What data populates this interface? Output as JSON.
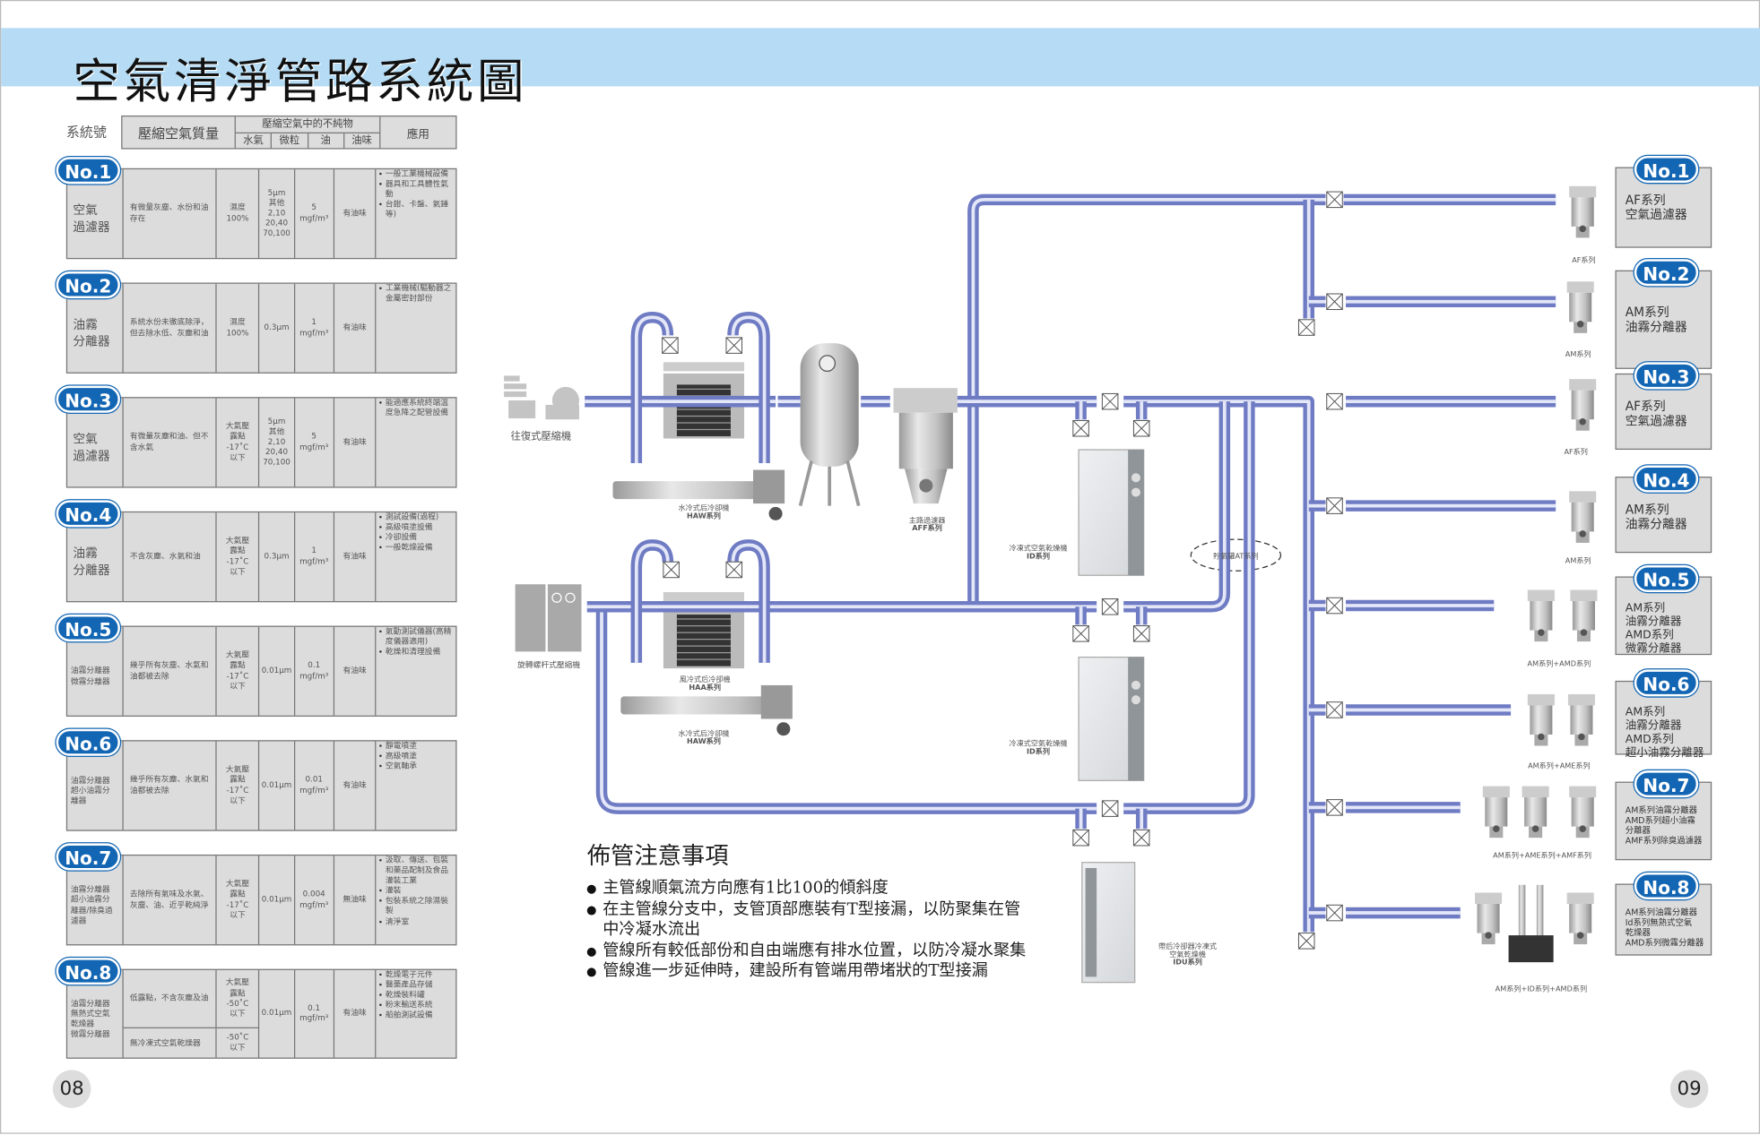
{
  "title": "空氣清淨管路系統圖",
  "page_left": "08",
  "page_right": "09",
  "colors": {
    "banner": "#b5dcf4",
    "badge": "#1366b3",
    "pipe": "#6f7cc4",
    "cell": "#dcdcdc"
  },
  "table": {
    "header": {
      "system_no": "系統號",
      "quality": "壓縮空氣質量",
      "impurities": "壓縮空氣中的不純物",
      "water": "水氣",
      "particle": "微粒",
      "oil": "油",
      "odor": "油味",
      "application": "應用"
    },
    "rows": [
      {
        "no": "No.1",
        "name": "空氣\n過濾器",
        "desc": "有微量灰塵、水份和油存在",
        "water": "濕度\n100%",
        "particle": "5μm\n其他\n2,10\n20,40\n70,100",
        "oil": "5\nmgf/m³",
        "odor": "有油味",
        "application": [
          "一般工業機械設備",
          "器具和工具體性氣動",
          "台鉗、卡盤、氣錘等)"
        ]
      },
      {
        "no": "No.2",
        "name": "油霧\n分離器",
        "desc": "系統水份未徹底除淨，但去除水低、灰塵和油",
        "water": "濕度\n100%",
        "particle": "0.3μm",
        "oil": "1\nmgf/m³",
        "odor": "有油味",
        "application": [
          "工業機械(驅動器之金屬密封部份"
        ]
      },
      {
        "no": "No.3",
        "name": "空氣\n過濾器",
        "desc": "有微量灰塵和油、但不含水氣",
        "water": "大氣壓\n露點\n-17˚C\n以下",
        "particle": "5μm\n其他\n2,10\n20,40\n70,100",
        "oil": "5\nmgf/m³",
        "odor": "有油味",
        "application": [
          "能適應系統終端溫度急降之配管設備"
        ]
      },
      {
        "no": "No.4",
        "name": "油霧\n分離器",
        "desc": "不含灰塵、水氣和油",
        "water": "大氣壓\n露點\n-17˚C\n以下",
        "particle": "0.3μm",
        "oil": "1\nmgf/m³",
        "odor": "有油味",
        "application": [
          "測試設備(過程)",
          "高級噴塗設備",
          "冷卻設備",
          "一般乾燥設備"
        ]
      },
      {
        "no": "No.5",
        "name": "油霧分離器\n微霧分離器",
        "desc": "幾乎所有灰塵、水氣和油都被去除",
        "water": "大氣壓\n露點\n-17˚C\n以下",
        "particle": "0.01μm",
        "oil": "0.1\nmgf/m³",
        "odor": "有油味",
        "application": [
          "氣動測試儀器(高精度儀器適用)",
          "乾燥和清理設備"
        ]
      },
      {
        "no": "No.6",
        "name": "油霧分離器\n超小油霧分\n離器",
        "desc": "幾乎所有灰塵、水氣和油都被去除",
        "water": "大氣壓\n露點\n-17˚C\n以下",
        "particle": "0.01μm",
        "oil": "0.01\nmgf/m³",
        "odor": "有油味",
        "application": [
          "靜電噴塗",
          "高級噴塗",
          "空氣軸承"
        ]
      },
      {
        "no": "No.7",
        "name": "油霧分離器\n超小油霧分\n離器/除臭過\n濾器",
        "desc": "去除所有氣味及水氣、灰塵、油、近乎乾純淨",
        "water": "大氣壓\n露點\n-17˚C\n以下",
        "particle": "0.01μm",
        "oil": "0.004\nmgf/m³",
        "odor": "無油味",
        "application": [
          "汲取、傳送、包裝和藥品配制及食品灌裝工業",
          "灌裝",
          "包裝系統之除濕裝製",
          "清淨室"
        ]
      },
      {
        "no": "No.8",
        "name": "油霧分離器\n無熱式空氣\n乾燥器\n微霧分離器",
        "desc": "低露點，不含灰塵及油",
        "desc2": "無冷凍式空氣乾燥器",
        "water": "大氣壓\n露點\n-50˚C\n以下",
        "water2": "-50˚C\n以下",
        "particle": "0.01μm",
        "oil": "0.1\nmgf/m³",
        "odor": "有油味",
        "application": [
          "乾燥電子元件",
          "醫藥產品存儲",
          "乾燥裝料罐",
          "粉末輸送系統",
          "船舶測試設備"
        ]
      }
    ]
  },
  "diagram": {
    "reciprocating_compressor": "往復式壓縮機",
    "rotary_compressor": "旋轉螺杆式壓縮機",
    "haw_top": [
      "水冷式后冷卻機",
      "HAW系列"
    ],
    "haa": [
      "風冷式后冷卻機",
      "HAA系列"
    ],
    "haw_bottom": [
      "水冷式后冷卻機",
      "HAW系列"
    ],
    "aff": [
      "主路過濾器",
      "AFF系列"
    ],
    "id1": [
      "冷凍式空氣乾燥機",
      "ID系列"
    ],
    "id2": [
      "冷凍式空氣乾燥機",
      "ID系列"
    ],
    "idu": [
      "帶后冷卻器冷凍式",
      "空氣乾燥機",
      "IDU系列"
    ],
    "at_tank": "貯氣罐AT系列",
    "captions": [
      "AF系列",
      "AM系列",
      "AF系列",
      "AM系列",
      "AM系列+AMD系列",
      "AM系列+AME系列",
      "AM系列+AME系列+AMF系列",
      "AM系列+ID系列+AMD系列"
    ]
  },
  "right_panels": [
    {
      "no": "No.1",
      "lines": [
        "AF系列",
        "空氣過濾器"
      ]
    },
    {
      "no": "No.2",
      "lines": [
        "AM系列",
        "油霧分離器"
      ]
    },
    {
      "no": "No.3",
      "lines": [
        "AF系列",
        "空氣過濾器"
      ]
    },
    {
      "no": "No.4",
      "lines": [
        "AM系列",
        "油霧分離器"
      ]
    },
    {
      "no": "No.5",
      "lines": [
        "AM系列",
        "油霧分離器",
        "AMD系列",
        "微霧分離器"
      ]
    },
    {
      "no": "No.6",
      "lines": [
        "AM系列",
        "油霧分離器",
        "AMD系列",
        "超小油霧分離器"
      ]
    },
    {
      "no": "No.7",
      "lines": [
        "AM系列油霧分離器",
        "AMD系列超小油霧",
        "分離器",
        "AMF系列除臭過濾器"
      ]
    },
    {
      "no": "No.8",
      "lines": [
        "AM系列油霧分離器",
        "Id系列無熱式空氣",
        "乾燥器",
        "AMD系列微霧分離器"
      ]
    }
  ],
  "notes": {
    "title": "佈管注意事項",
    "items": [
      "主管線順氣流方向應有1比100的傾斜度",
      "在主管線分支中，支管頂部應裝有T型接漏，以防聚集在管中冷凝水流出",
      "管線所有較低部份和自由端應有排水位置，以防冷凝水聚集",
      "管線進一步延伸時，建設所有管端用帶堵狀的T型接漏"
    ]
  }
}
